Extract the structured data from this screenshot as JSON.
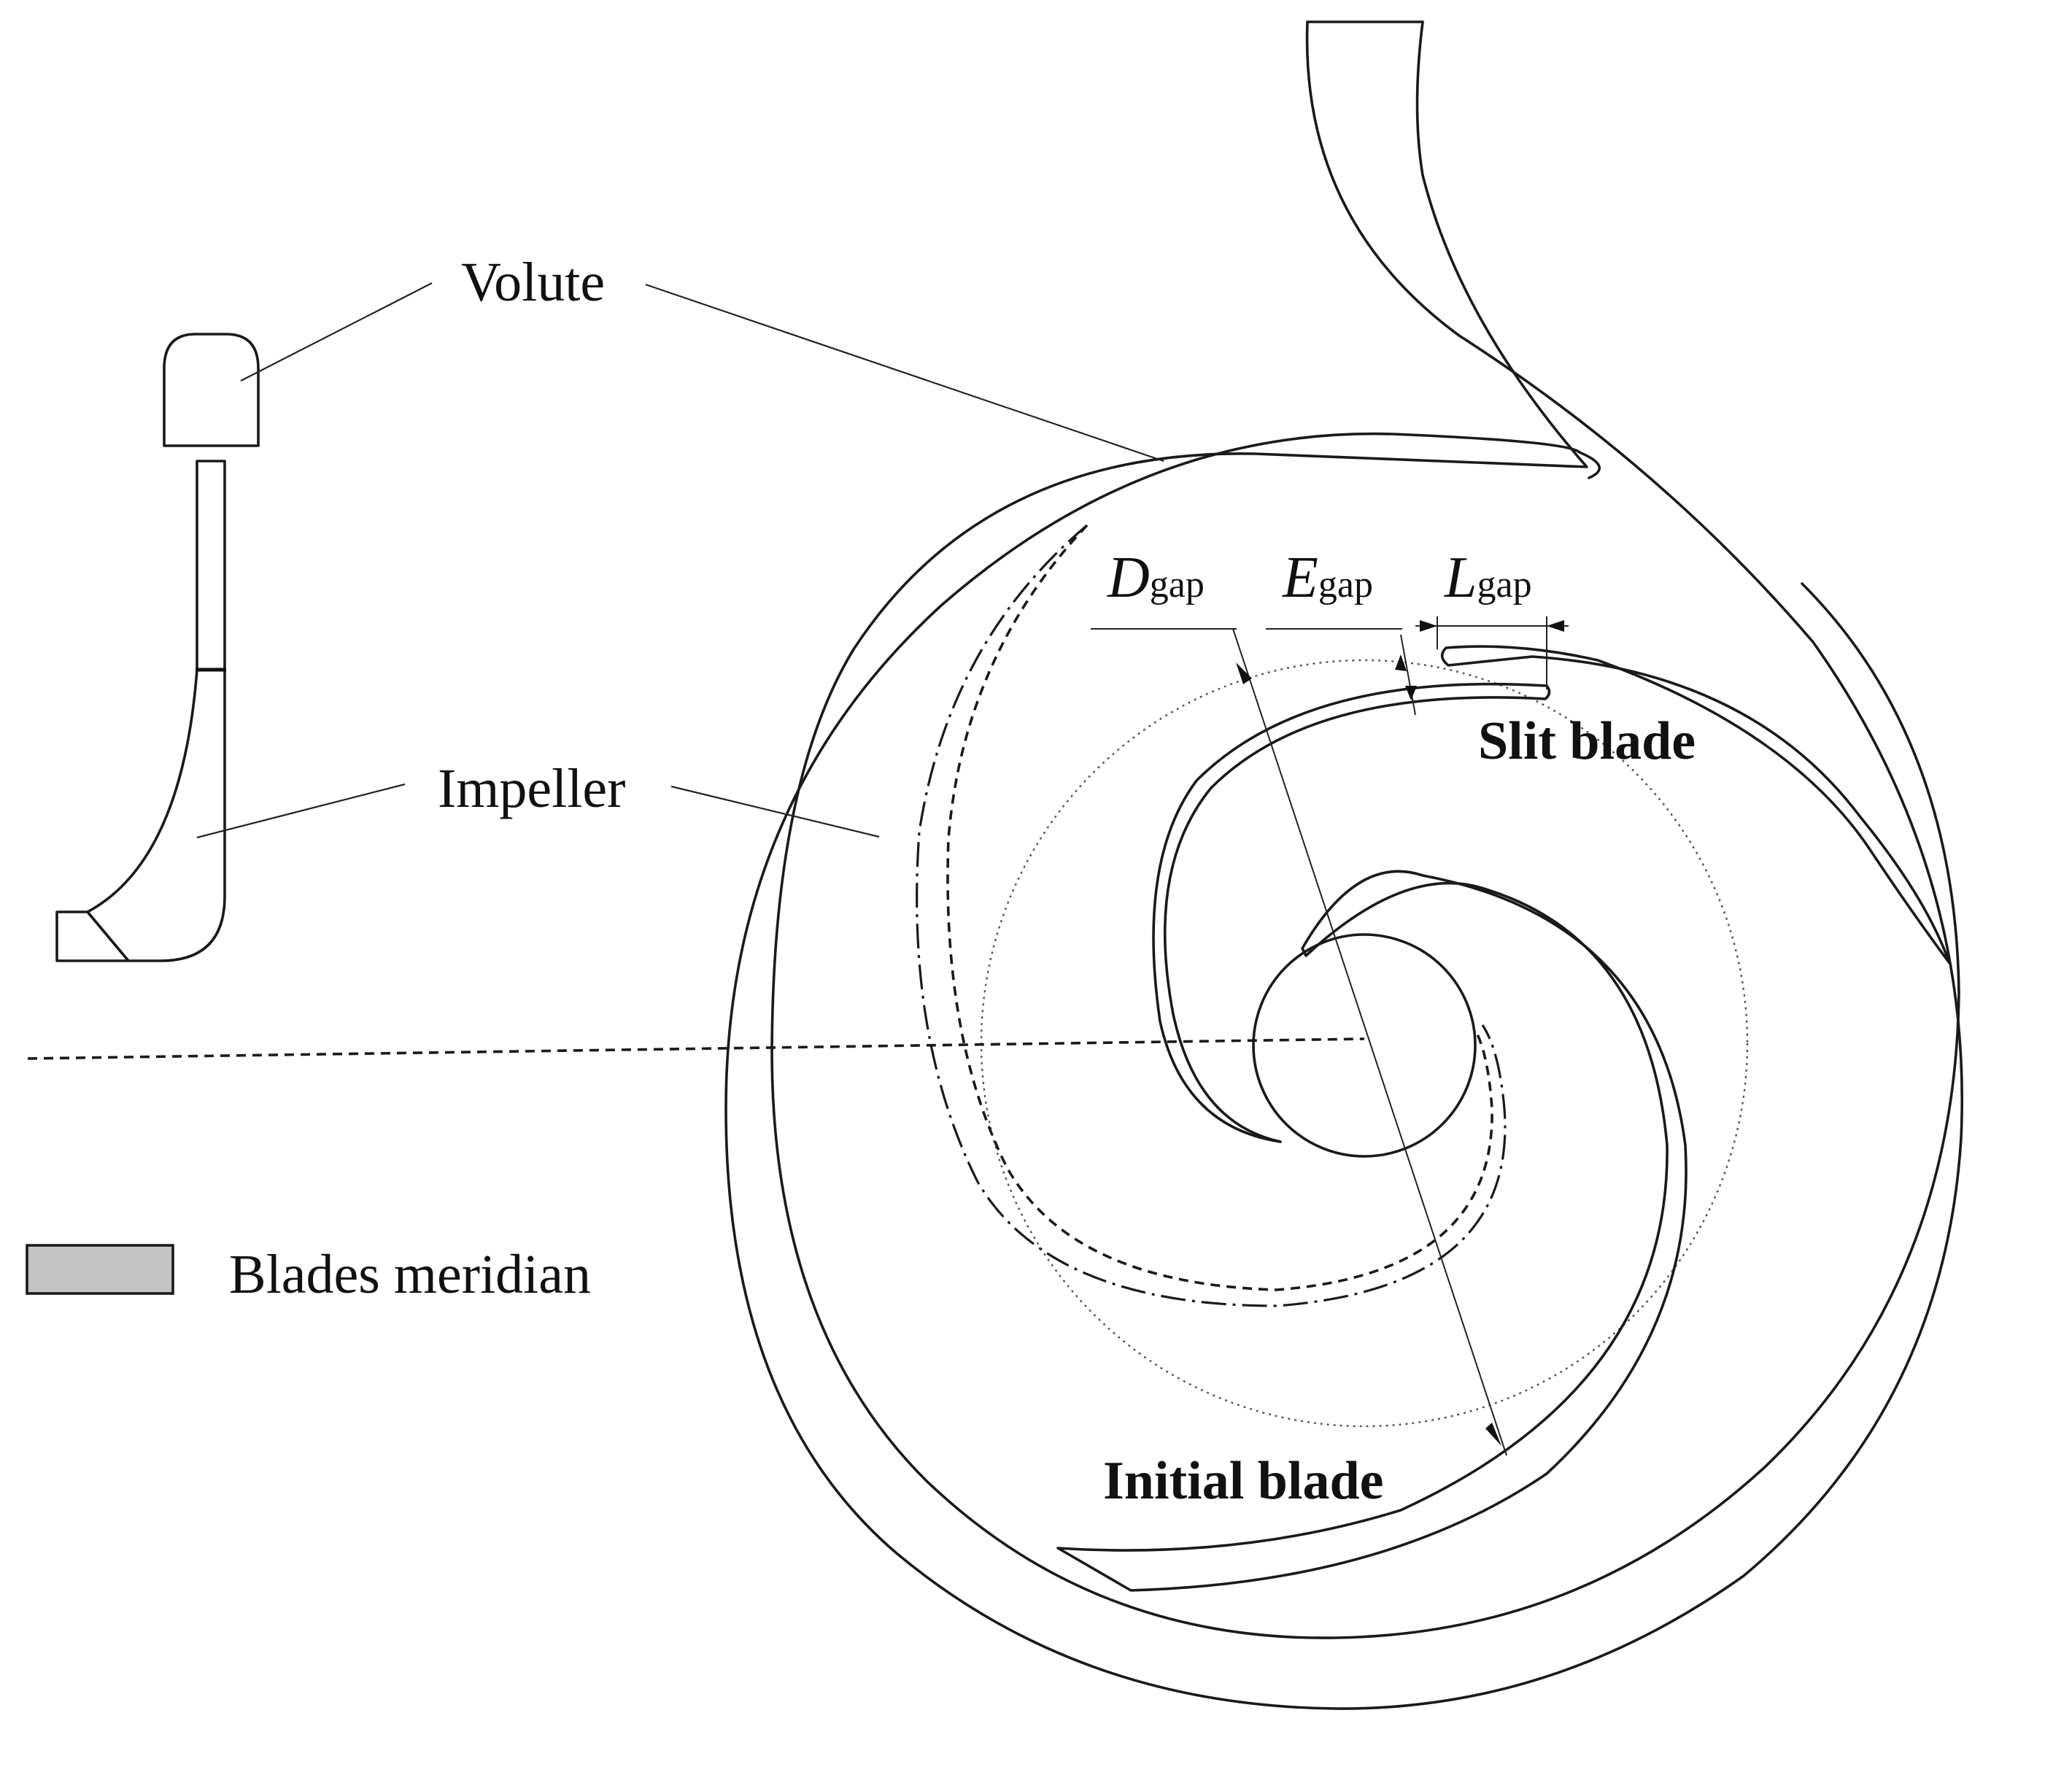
{
  "labels": {
    "volute": "Volute",
    "impeller": "Impeller",
    "legend": "Blades meridian",
    "slit_blade": "Slit blade",
    "initial_blade": "Initial blade"
  },
  "dimensions": {
    "d_main": "D",
    "e_main": "E",
    "l_main": "L",
    "subscript": "gap"
  },
  "colors": {
    "blade_fill": "#c4c4c4",
    "line": "#1a1a1a"
  }
}
